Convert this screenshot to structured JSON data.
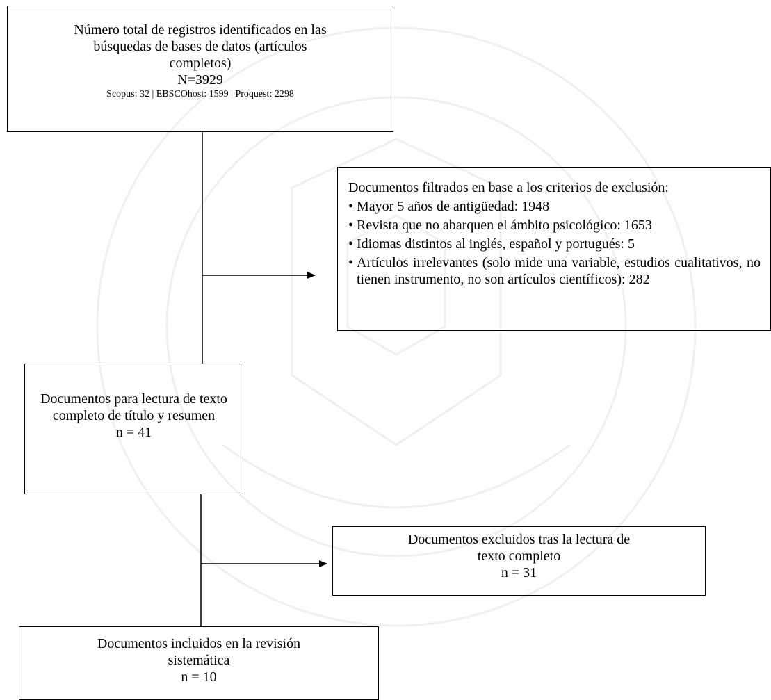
{
  "flow": {
    "identified": {
      "line1": "Número total de registros identificados en las",
      "line2": "búsquedas de bases de datos (artículos",
      "line3": "completos)",
      "count": "N=3929",
      "sources": "Scopus: 32 | EBSCOhost: 1599 | Proquest: 2298"
    },
    "excluded_criteria": {
      "intro": "Documentos filtrados en base a los criterios de exclusión:",
      "items": [
        "Mayor 5 años de antigüedad: 1948",
        "Revista que no abarquen el ámbito psicológico: 1653",
        "Idiomas distintos al inglés, español y portugués: 5",
        "Artículos irrelevantes (solo mide una variable, estudios cualitativos, no tienen instrumento, no son artículos científicos): 282"
      ]
    },
    "full_text_review": {
      "line1": "Documentos para lectura de texto",
      "line2": "completo de título y resumen",
      "count": "n = 41"
    },
    "excluded_full_text": {
      "line1": "Documentos excluidos tras la lectura de",
      "line2": "texto completo",
      "count": "n = 31"
    },
    "included": {
      "line1": "Documentos incluidos en la revisión",
      "line2": "sistemática",
      "count": "n = 10"
    }
  }
}
